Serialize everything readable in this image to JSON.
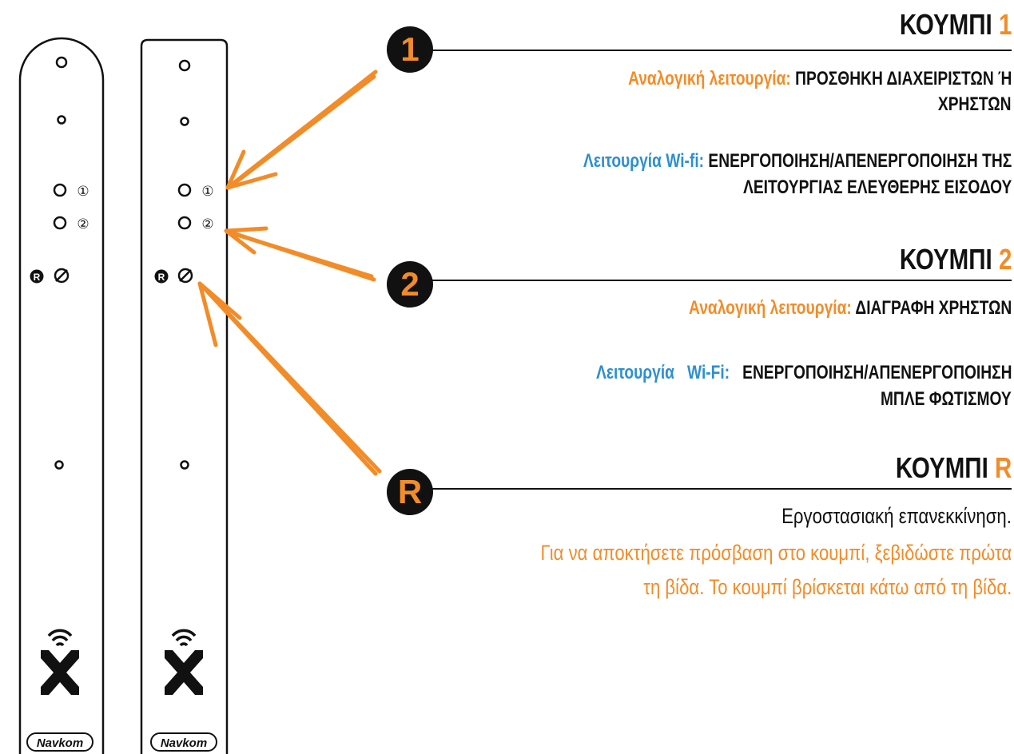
{
  "devices": [
    {
      "name": "device-rounded",
      "marks": {
        "one": "①",
        "two": "②",
        "r": "R",
        "slash": "∅"
      },
      "logo": "Navkom"
    },
    {
      "name": "device-square",
      "marks": {
        "one": "①",
        "two": "②",
        "r": "R",
        "slash": "∅"
      },
      "logo": "Navkom"
    }
  ],
  "sections": [
    {
      "badge": "1",
      "heading": {
        "word": "ΚΟΥΜΠΙ",
        "num": "1"
      },
      "lines": [
        {
          "label": "Αναλογική λειτουργία:",
          "label_color": "orange",
          "text": "ΠΡΟΣΘΗΚΗ ΔΙΑΧΕΙΡΙΣΤΩΝ Ή"
        },
        {
          "label": "",
          "text": "ΧΡΗΣΤΩΝ"
        },
        {
          "label": "Λειτουργία Wi-fi:",
          "label_color": "blue",
          "text": "ΕΝΕΡΓΟΠΟΙΗΣΗ/ΑΠΕΝΕΡΓΟΠΟΙΗΣΗ ΤΗΣ"
        },
        {
          "label": "",
          "text": "ΛΕΙΤΟΥΡΓΙΑΣ ΕΛΕΥΘΕΡΗΣ ΕΙΣΟΔΟΥ"
        }
      ]
    },
    {
      "badge": "2",
      "heading": {
        "word": "ΚΟΥΜΠΙ",
        "num": "2"
      },
      "lines": [
        {
          "label": "Αναλογική λειτουργία:",
          "label_color": "orange",
          "text": "ΔΙΑΓΡΑΦΗ ΧΡΗΣΤΩΝ"
        },
        {
          "label": "Λειτουργία   Wi-Fi:",
          "label_color": "blue",
          "text": "ΕΝΕΡΓΟΠΟΙΗΣΗ/ΑΠΕΝΕΡΓΟΠΟΙΗΣΗ"
        },
        {
          "label": "",
          "text": "ΜΠΛΕ ΦΩΤΙΣΜΟΥ"
        }
      ]
    },
    {
      "badge": "R",
      "heading": {
        "word": "ΚΟΥΜΠΙ",
        "num": "R"
      },
      "desc": "Εργοστασιακή επανεκκίνηση.",
      "note": [
        "Για να αποκτήσετε πρόσβαση στο κουμπί, ξεβιδώστε πρώτα",
        "τη βίδα. Το κουμπί βρίσκεται κάτω από τη βίδα."
      ]
    }
  ],
  "colors": {
    "accent": "#f28c28",
    "wifi": "#2e8fcf",
    "ink": "#111111"
  }
}
